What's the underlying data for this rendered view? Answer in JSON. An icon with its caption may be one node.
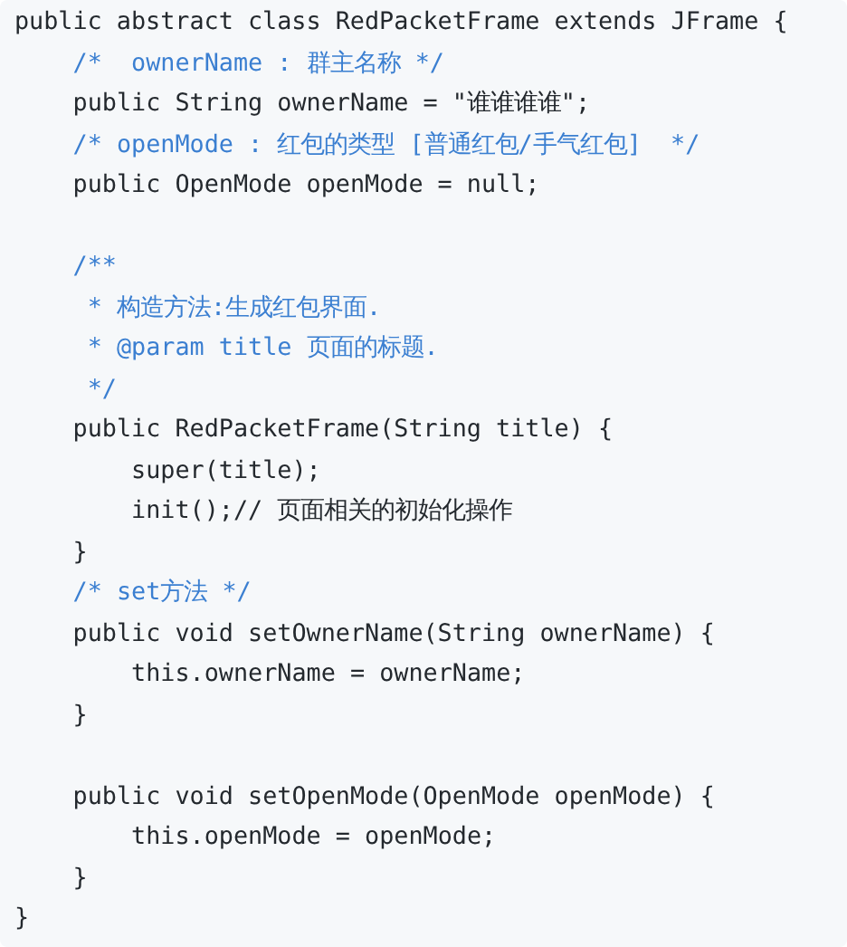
{
  "diagram": {
    "labels": [
      "public abstract class RedPacketFrame extends JFrame {",
      "/*  ownerName : 群主名称 */",
      "public String ownerName = \"谁谁谁谁\";",
      "/* openMode : 红包的类型 [普通红包/手气红包]  */",
      "public OpenMode openMode = null;",
      "/**",
      "* 构造方法:生成红包界面.",
      "* @param title 页面的标题.",
      "*/",
      "public RedPacketFrame(String title) {",
      "super(title);",
      "init();// 页面相关的初始化操作",
      "}",
      "/* set方法 */",
      "public void setOwnerName(String ownerName) {",
      "this.ownerName = ownerName;",
      "}",
      "public void setOpenMode(OpenMode openMode) {",
      "this.openMode = openMode;",
      "}",
      "}"
    ]
  }
}
